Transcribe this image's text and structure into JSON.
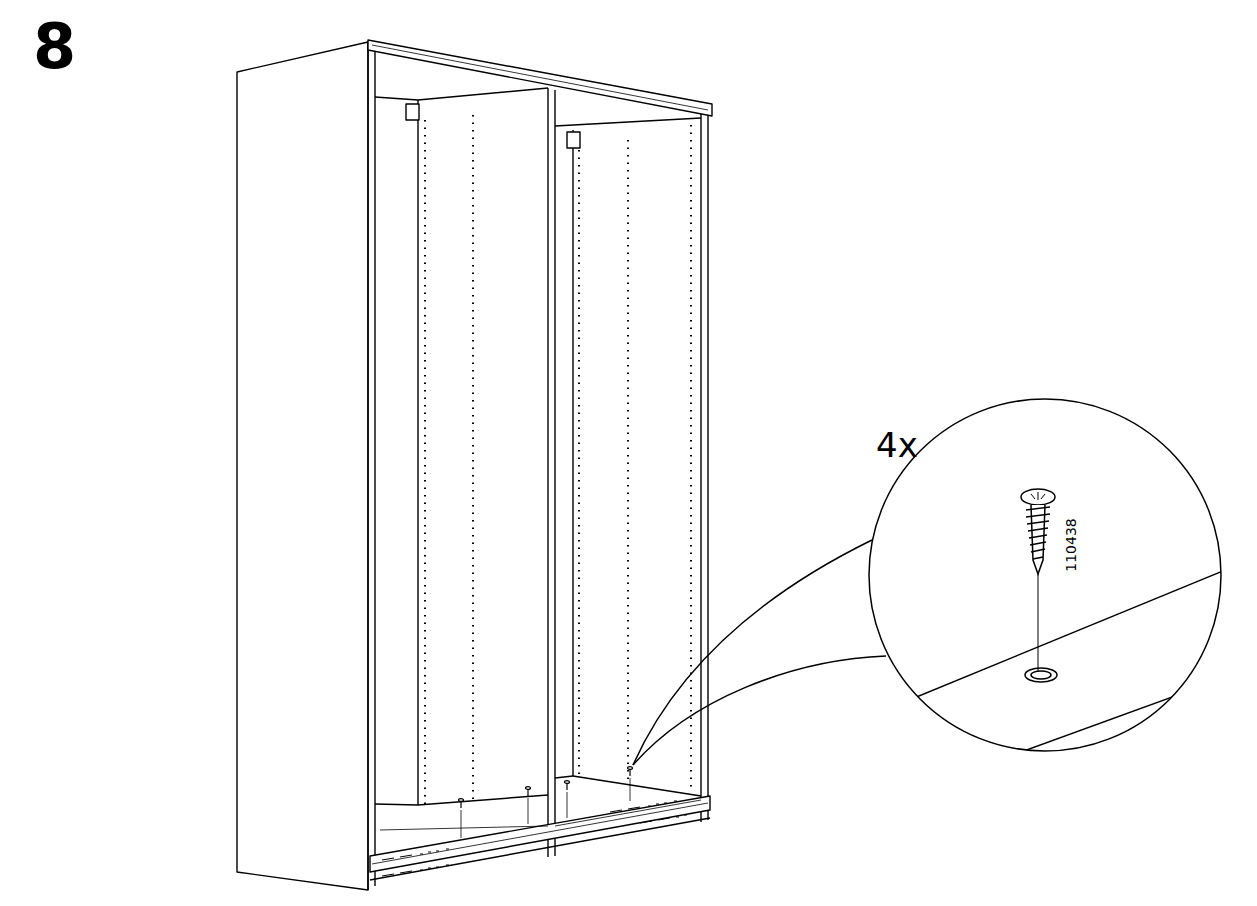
{
  "diagram": {
    "labels": [
      "8",
      "4x",
      "110438"
    ]
  }
}
